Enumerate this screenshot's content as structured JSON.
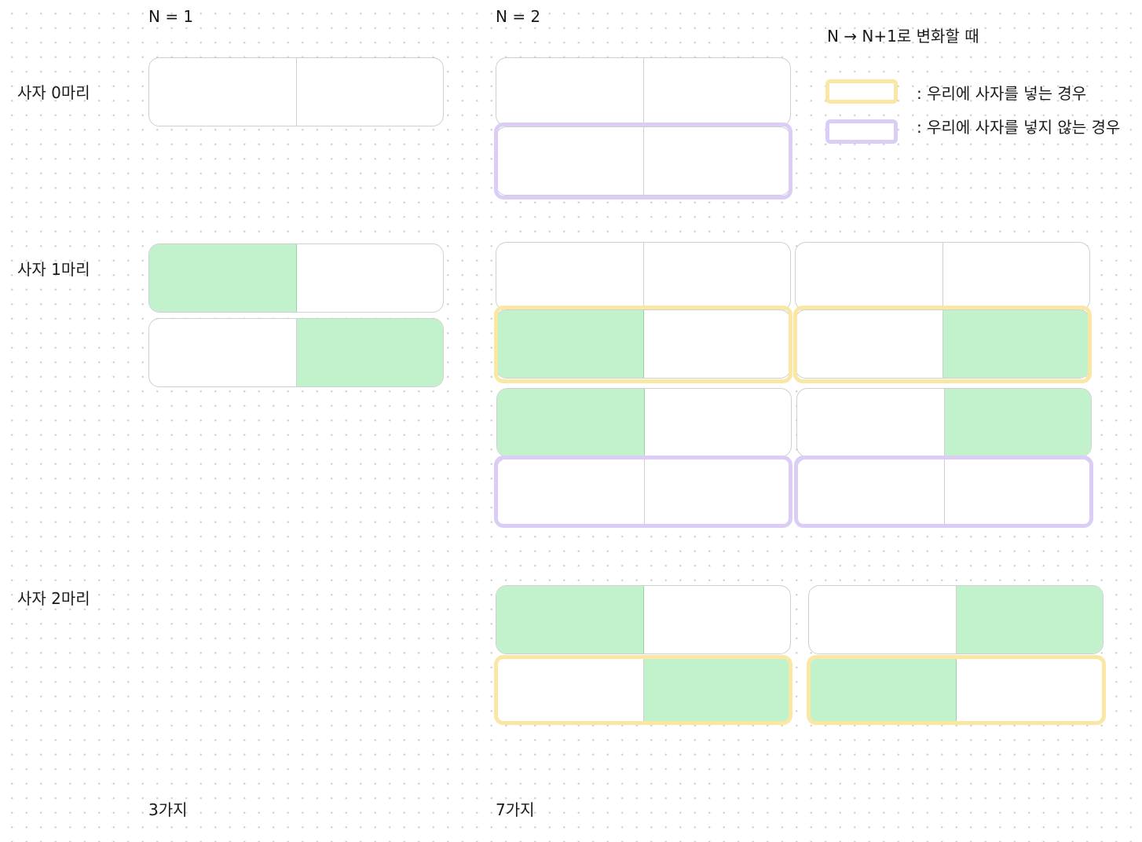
{
  "columns": {
    "n1": "N = 1",
    "n2": "N = 2"
  },
  "rows": {
    "lion0": "사자 0마리",
    "lion1": "사자 1마리",
    "lion2": "사자 2마리"
  },
  "legend": {
    "title": "N → N+1로 변화할 때",
    "yellow_label": ": 우리에 사자를 넣는  경우",
    "purple_label": ": 우리에 사자를 넣지 않는 경우"
  },
  "totals": {
    "n1": "3가지",
    "n2": "7가지"
  },
  "colors": {
    "lion_cell": "#c2f2cb",
    "insert_lion_highlight": "#f9e7a3",
    "no_lion_highlight": "#dccdf7",
    "cage_border": "#cfcfcf"
  }
}
